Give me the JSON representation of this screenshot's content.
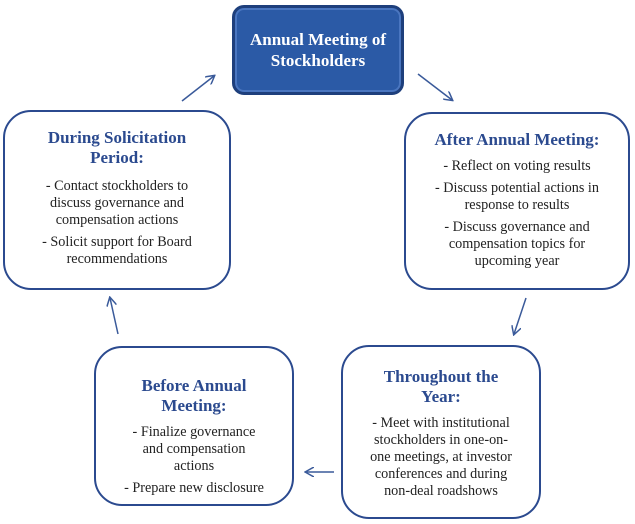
{
  "center": {
    "line1": "Annual Meeting of",
    "line2": "Stockholders"
  },
  "boxes": {
    "solicitation": {
      "title_line1": "During Solicitation",
      "title_line2": "Period:",
      "items": [
        [
          "- Contact stockholders to",
          "discuss governance and",
          "compensation actions"
        ],
        [
          "- Solicit support for Board",
          "recommendations"
        ]
      ]
    },
    "after": {
      "title": "After Annual Meeting:",
      "items": [
        [
          "- Reflect on voting results"
        ],
        [
          "- Discuss potential actions in",
          "response to results"
        ],
        [
          "- Discuss governance and",
          "compensation topics for",
          "upcoming year"
        ]
      ]
    },
    "throughout": {
      "title_line1": "Throughout the",
      "title_line2": "Year:",
      "items": [
        [
          "- Meet with institutional",
          "stockholders in one-on-",
          "one meetings, at investor",
          "conferences and during",
          "non-deal roadshows"
        ]
      ]
    },
    "before": {
      "title_line1": "Before Annual",
      "title_line2": "Meeting:",
      "items": [
        [
          "- Finalize governance",
          "and compensation",
          "actions"
        ],
        [
          "- Prepare new disclosure"
        ]
      ]
    }
  },
  "colors": {
    "accent": "#2b4a8f",
    "center_fill": "#2b5aa6",
    "arrow": "#3a5a9a"
  },
  "icons": [
    "arrow-right-up",
    "arrow-right-down",
    "arrow-down",
    "arrow-left",
    "arrow-up"
  ]
}
